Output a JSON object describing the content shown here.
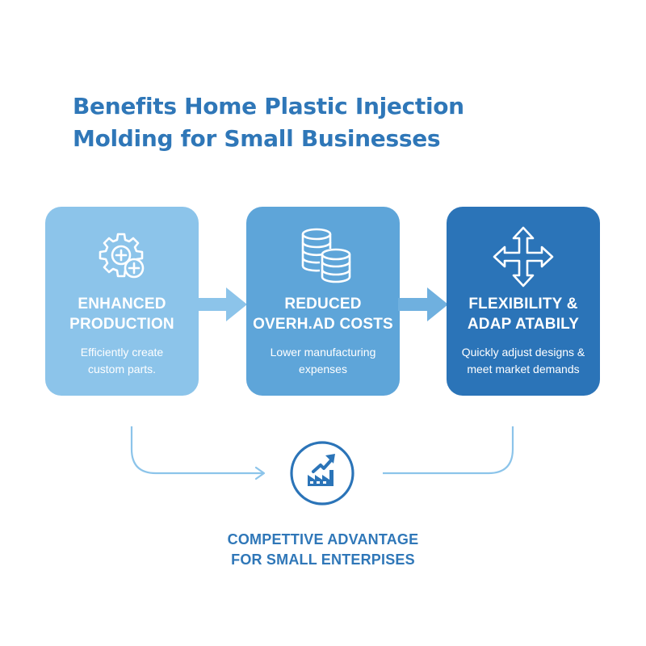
{
  "title": {
    "line1": "Benefits Home Plastic Injection",
    "line2": "Molding for Small Businesses"
  },
  "cards": [
    {
      "heading_line1": "ENHANCED",
      "heading_line2": "PRODUCTION",
      "desc_line1": "Efficiently create",
      "desc_line2": "custom parts.",
      "icon": "gear-plus-icon",
      "color": "#8cc4ea"
    },
    {
      "heading_line1": "REDUCED",
      "heading_line2": "OVERH.AD COSTS",
      "desc_line1": "Lower manufacturing",
      "desc_line2": "expenses",
      "icon": "coin-stack-icon",
      "color": "#5ea5d9"
    },
    {
      "heading_line1": "FLEXIBILITY &",
      "heading_line2": "ADAP ATABILY",
      "desc_line1": "Quickly adjust designs &",
      "desc_line2": "meet market demands",
      "icon": "four-way-arrows-icon",
      "color": "#2b74b8"
    }
  ],
  "outcome": {
    "line1": "COMPETTIVE ADVANTAGE",
    "line2": "FOR SMALL ENTERPISES",
    "icon": "factory-growth-icon"
  },
  "colors": {
    "title": "#2f77b8",
    "connector": "#8cc4ea",
    "accent": "#2b74b8"
  }
}
